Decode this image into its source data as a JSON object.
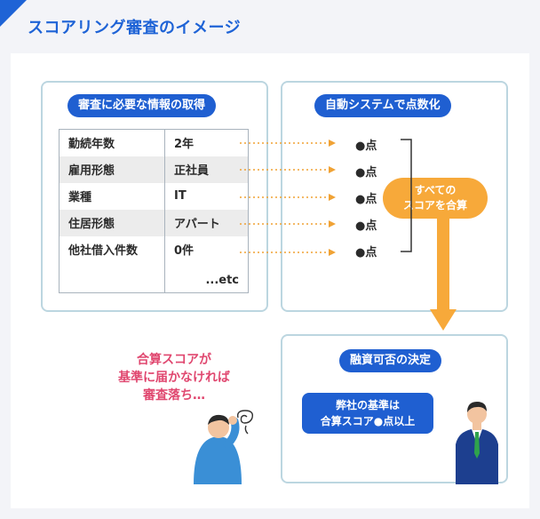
{
  "title": "スコアリング審査のイメージ",
  "left_panel": {
    "heading": "審査に必要な情報の取得",
    "rows": [
      {
        "key": "勤続年数",
        "value": "2年"
      },
      {
        "key": "雇用形態",
        "value": "正社員"
      },
      {
        "key": "業種",
        "value": "IT"
      },
      {
        "key": "住居形態",
        "value": "アパート"
      },
      {
        "key": "他社借入件数",
        "value": "0件"
      }
    ],
    "etc": "...etc"
  },
  "right_panel": {
    "heading": "自動システムで点数化",
    "scores": [
      "●点",
      "●点",
      "●点",
      "●点",
      "●点"
    ],
    "sum_line1": "すべての",
    "sum_line2": "スコアを合算"
  },
  "decision_panel": {
    "heading": "融資可否の決定",
    "bubble_line1": "弊社の基準は",
    "bubble_line2": "合算スコア●点以上"
  },
  "warning": {
    "line1": "合算スコアが",
    "line2": "基準に届かなければ",
    "line3": "審査落ち…"
  },
  "colors": {
    "accent_blue": "#1e63d6",
    "pill_blue": "#1f5fd1",
    "orange": "#f7a93a",
    "warning_pink": "#e0476f",
    "panel_border": "#bcd6e0"
  },
  "icons": [
    "arrow-down-icon",
    "dotted-arrow-icon",
    "confused-person-icon",
    "businessman-icon",
    "bracket-icon"
  ]
}
